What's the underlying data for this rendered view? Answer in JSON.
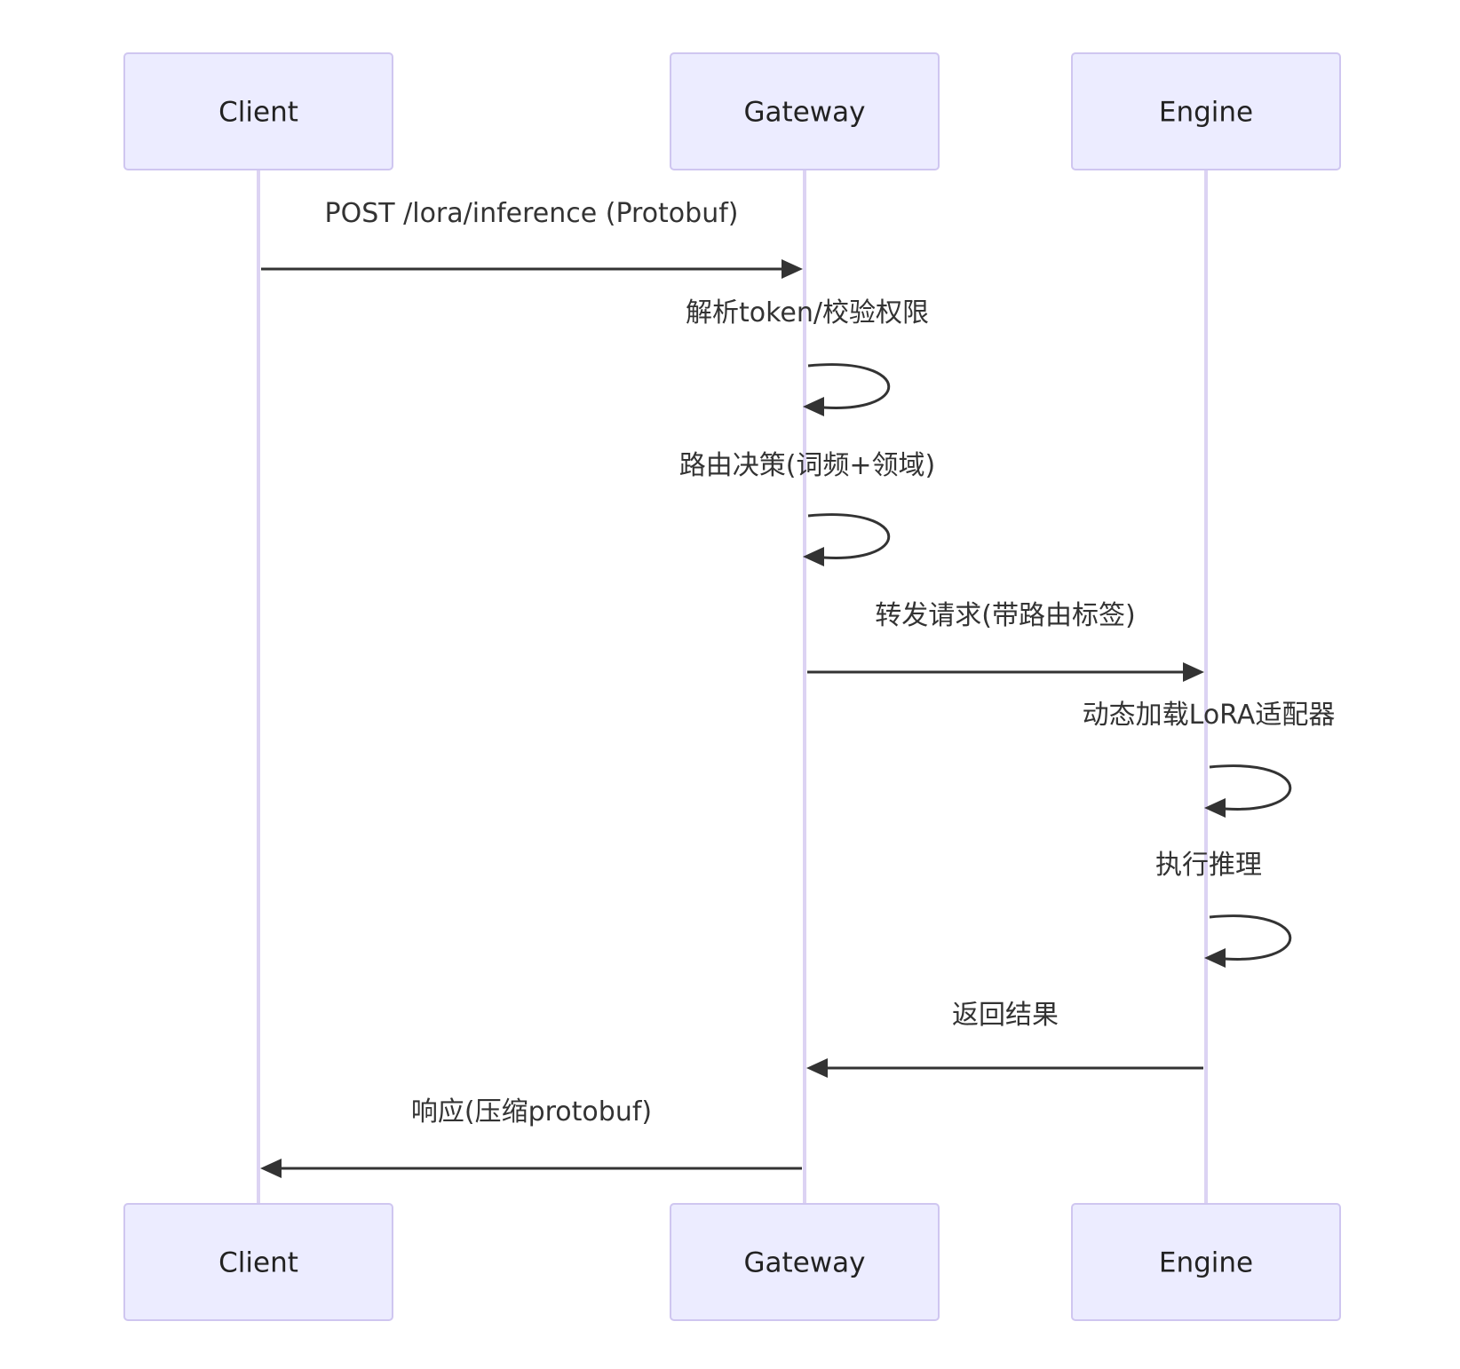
{
  "diagram": {
    "type": "sequence",
    "participants": [
      {
        "id": "client",
        "label": "Client"
      },
      {
        "id": "gateway",
        "label": "Gateway"
      },
      {
        "id": "engine",
        "label": "Engine"
      }
    ],
    "messages": [
      {
        "from": "client",
        "to": "gateway",
        "text": "POST /lora/inference (Protobuf)"
      },
      {
        "from": "gateway",
        "to": "gateway",
        "text": "解析token/校验权限"
      },
      {
        "from": "gateway",
        "to": "gateway",
        "text": "路由决策(词频+领域)"
      },
      {
        "from": "gateway",
        "to": "engine",
        "text": "转发请求(带路由标签)"
      },
      {
        "from": "engine",
        "to": "engine",
        "text": "动态加载LoRA适配器"
      },
      {
        "from": "engine",
        "to": "engine",
        "text": "执行推理"
      },
      {
        "from": "engine",
        "to": "gateway",
        "text": "返回结果"
      },
      {
        "from": "gateway",
        "to": "client",
        "text": "响应(压缩protobuf)"
      }
    ],
    "colors": {
      "actor_fill": "#ECECFF",
      "actor_stroke": "#CFC6F0",
      "lifeline": "#DCD3F3",
      "message": "#333333"
    }
  }
}
